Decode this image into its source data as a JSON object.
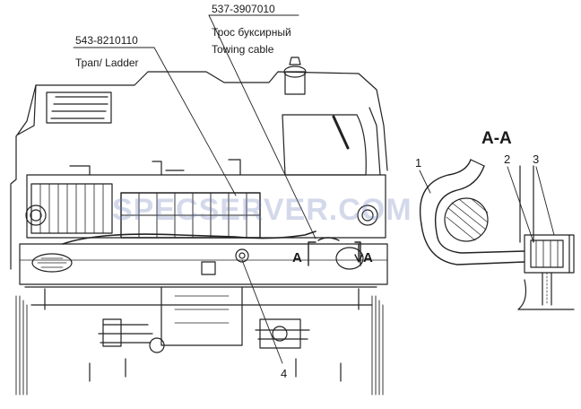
{
  "callouts": {
    "cable": {
      "part_number": "537-3907010",
      "name_ru": "Трос буксирный",
      "name_en": "Towing cable"
    },
    "ladder": {
      "part_number": "543-8210110",
      "name_ru_en": "Трап/ Ladder"
    }
  },
  "section": {
    "title": "А-А",
    "cut_marks": [
      "A",
      "A"
    ],
    "items": [
      "1",
      "2",
      "3"
    ]
  },
  "item4": "4",
  "watermark": "SPECSERVER.COM"
}
